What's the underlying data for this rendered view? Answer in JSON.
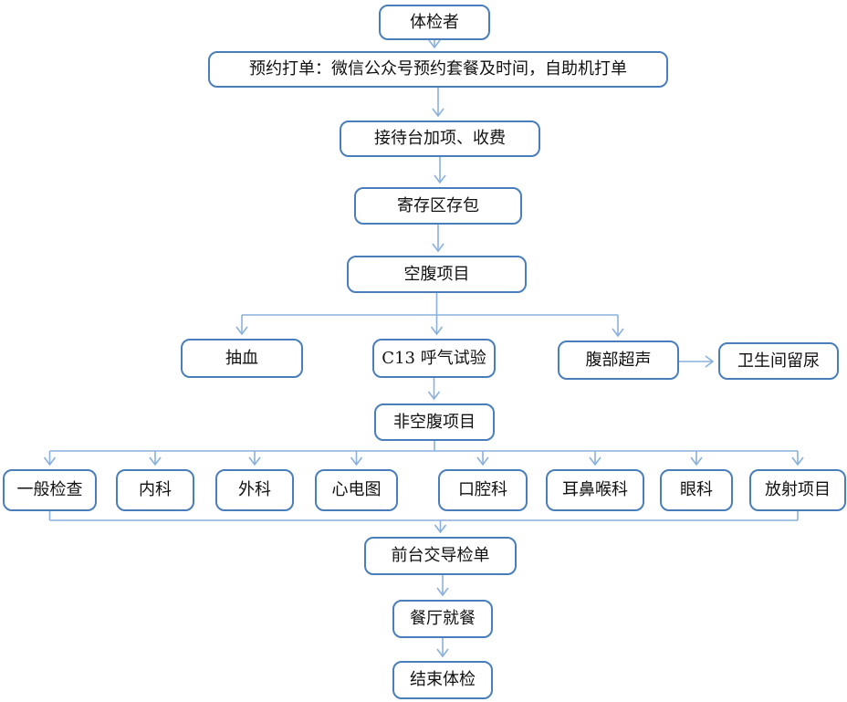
{
  "diagram_type": "flowchart",
  "language": "zh-CN",
  "colors": {
    "node_border": "#4a7ebb",
    "node_fill": "#ffffff",
    "connector": "#8ab0de",
    "text": "#111111",
    "background": "#ffffff"
  },
  "nodes": {
    "examinee": {
      "label": "体检者"
    },
    "booking": {
      "label": "预约打单：微信公众号预约套餐及时间，自助机打单"
    },
    "reception": {
      "label": "接待台加项、收费"
    },
    "locker": {
      "label": "寄存区存包"
    },
    "fasting": {
      "label": "空腹项目"
    },
    "blood_draw": {
      "label": "抽血"
    },
    "c13_breath_test": {
      "label": "C13 呼气试验"
    },
    "ultrasound": {
      "label": "腹部超声"
    },
    "urine": {
      "label": "卫生间留尿"
    },
    "non_fasting": {
      "label": "非空腹项目"
    },
    "general_exam": {
      "label": "一般检查"
    },
    "internal_med": {
      "label": "内科"
    },
    "surgery": {
      "label": "外科"
    },
    "ecg": {
      "label": "心电图"
    },
    "dental": {
      "label": "口腔科"
    },
    "ent": {
      "label": "耳鼻喉科"
    },
    "ophthalmology": {
      "label": "眼科"
    },
    "radiology": {
      "label": "放射项目"
    },
    "front_desk": {
      "label": "前台交导检单"
    },
    "dining": {
      "label": "餐厅就餐"
    },
    "end": {
      "label": "结束体检"
    }
  },
  "edges": [
    "体检者 → 预约打单",
    "预约打单 → 接待台加项、收费",
    "接待台加项、收费 → 寄存区存包",
    "寄存区存包 → 空腹项目",
    "空腹项目 → 抽血 / C13 呼气试验 / 腹部超声",
    "腹部超声 → 卫生间留尿",
    "C13 呼气试验 → 非空腹项目",
    "非空腹项目 → 一般检查 / 内科 / 外科 / 心电图 / 口腔科 / 耳鼻喉科 / 眼科 / 放射项目",
    "一般检查…放射项目 → 前台交导检单",
    "前台交导检单 → 餐厅就餐",
    "餐厅就餐 → 结束体检"
  ]
}
